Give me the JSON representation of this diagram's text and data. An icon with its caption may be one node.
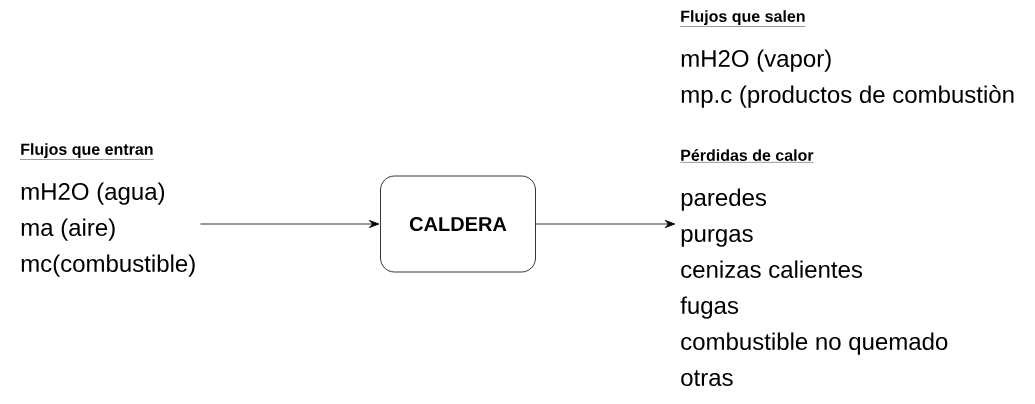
{
  "diagram": {
    "nodes": [
      {
        "text": [
          "Flujos que entran",
          "mH2O (agua)",
          "ma (aire)",
          "mc(combustible)"
        ]
      },
      {
        "text": [
          "CALDERA"
        ]
      },
      {
        "text": [
          "Flujos que salen",
          "mH2O (vapor)",
          "mp.c (productos de combustiòn",
          "Pérdidas de calor",
          "paredes",
          "purgas",
          "cenizas calientes",
          "fugas",
          "combustible no quemado",
          "otras"
        ]
      }
    ],
    "edges": [
      {
        "from": 0,
        "to": 1,
        "arrow": "to"
      },
      {
        "from": 1,
        "to": 2,
        "arrow": "to"
      }
    ]
  }
}
